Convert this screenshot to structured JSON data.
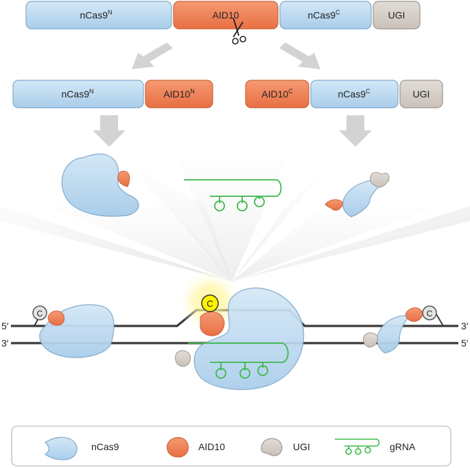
{
  "top_construct": {
    "segments": [
      {
        "name": "ncas9n",
        "label": "nCas9",
        "sup": "N",
        "color": "#b9d9f0"
      },
      {
        "name": "aid10",
        "label": "AID10",
        "sup": "",
        "color": "#f0845a"
      },
      {
        "name": "ncas9c",
        "label": "nCas9",
        "sup": "C",
        "color": "#b9d9f0"
      },
      {
        "name": "ugi",
        "label": "UGI",
        "sup": "",
        "color": "#d6cfc8"
      }
    ]
  },
  "left_construct": {
    "segments": [
      {
        "name": "ncas9n",
        "label": "nCas9",
        "sup": "N",
        "color": "#b9d9f0"
      },
      {
        "name": "aid10n",
        "label": "AID10",
        "sup": "N",
        "color": "#f0845a"
      }
    ]
  },
  "right_construct": {
    "segments": [
      {
        "name": "aid10c",
        "label": "AID10",
        "sup": "C",
        "color": "#f0845a"
      },
      {
        "name": "ncas9c",
        "label": "nCas9",
        "sup": "C",
        "color": "#b9d9f0"
      },
      {
        "name": "ugi",
        "label": "UGI",
        "sup": "",
        "color": "#d6cfc8"
      }
    ]
  },
  "dna": {
    "top_left_end": "5′",
    "bottom_left_end": "3′",
    "top_right_end": "3′",
    "bottom_right_end": "5′",
    "target_base": "C",
    "bystander_base": "C"
  },
  "legend": {
    "items": [
      {
        "name": "ncas9",
        "label": "nCas9",
        "color": "#b9d9f0"
      },
      {
        "name": "aid10",
        "label": "AID10",
        "color": "#f0845a"
      },
      {
        "name": "ugi",
        "label": "UGI",
        "color": "#d6cfc8"
      },
      {
        "name": "grna",
        "label": "gRNA",
        "color": "#3db84a"
      }
    ]
  },
  "colors": {
    "cas9": "#b9d9f0",
    "cas9_stroke": "#7fa9cc",
    "aid": "#f0845a",
    "aid_stroke": "#c9633a",
    "ugi": "#d6cfc8",
    "grna": "#3db84a",
    "dna": "#3a3a3a",
    "highlight": "#fff200"
  }
}
